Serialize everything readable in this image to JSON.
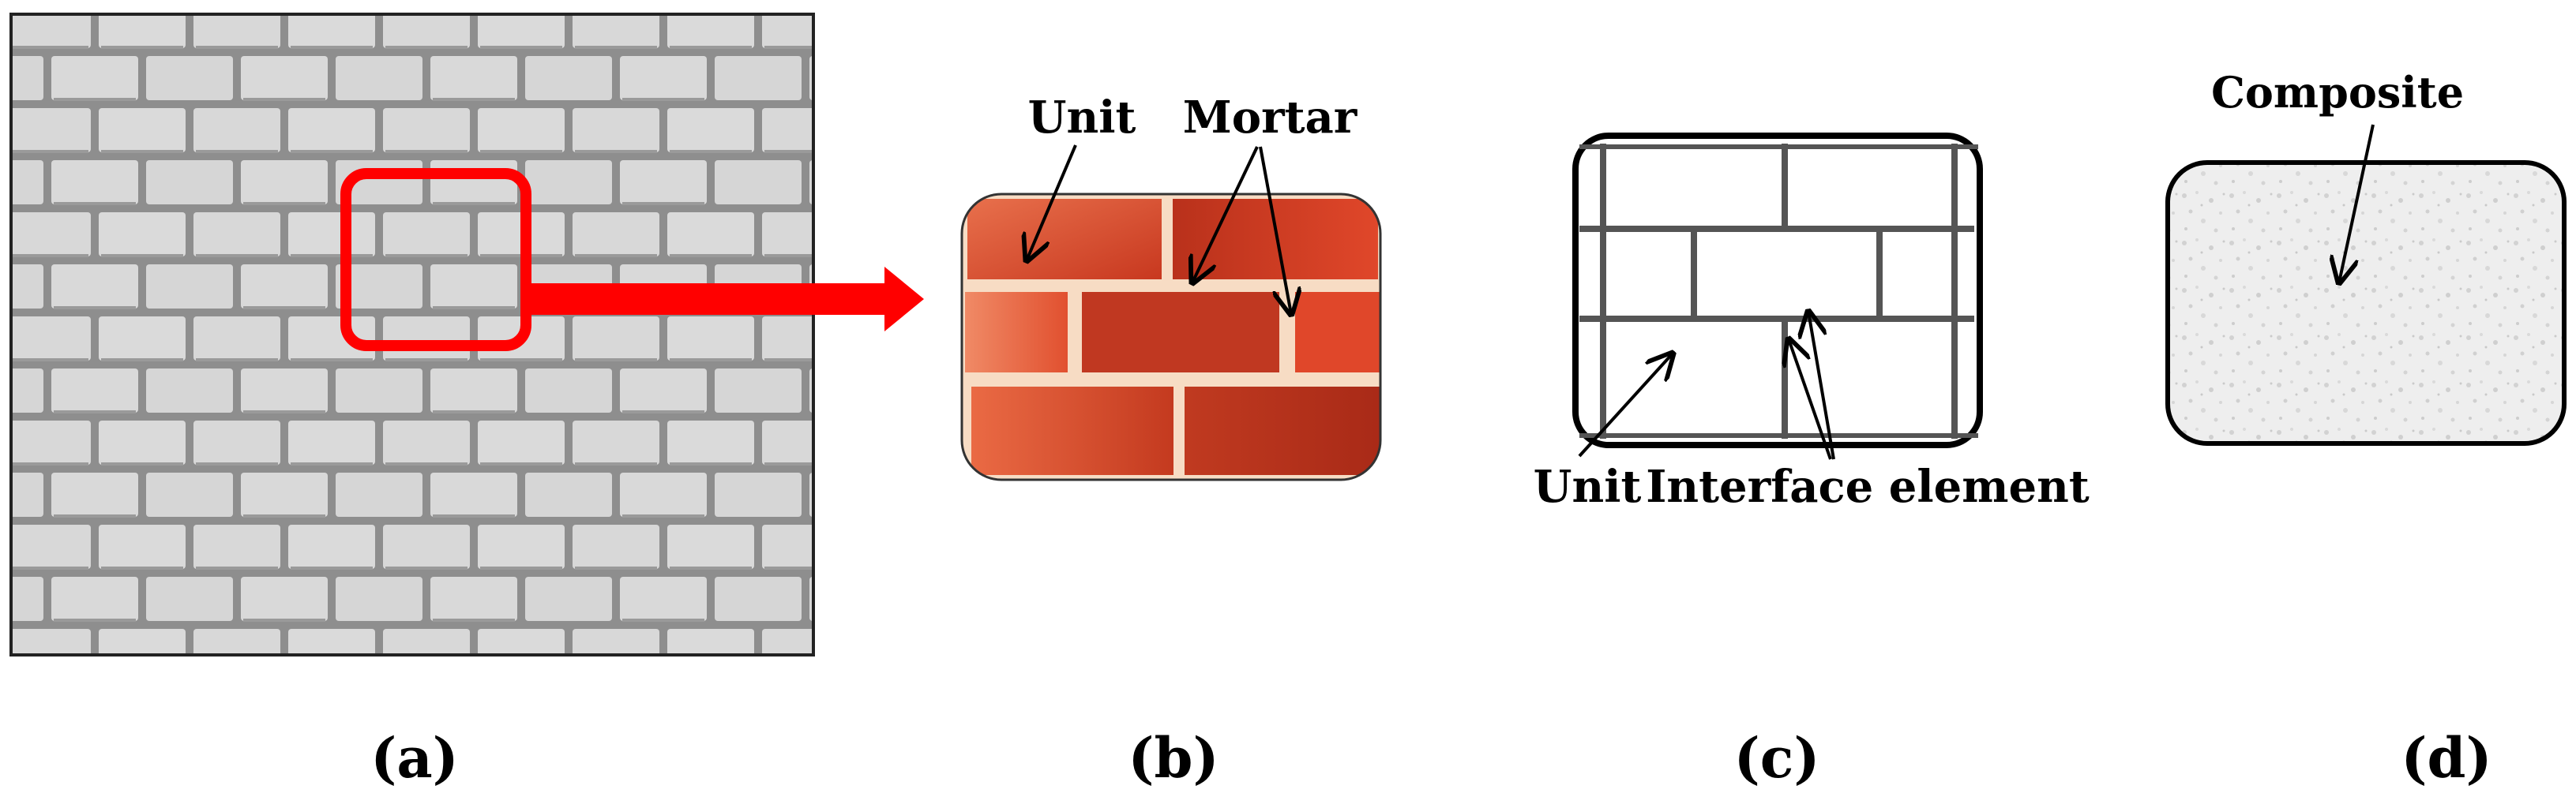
{
  "panels": {
    "a": {
      "caption_letter": "a"
    },
    "b": {
      "caption_letter": "b",
      "label_unit": "Unit",
      "label_mortar": "Mortar"
    },
    "c": {
      "caption_letter": "c",
      "label_unit": "Unit",
      "label_interface": "Interface element"
    },
    "d": {
      "caption_letter": "d",
      "label_composite": "Composite"
    }
  },
  "colors": {
    "highlight_red": "#ff0000",
    "brick_gray": "#d4d4d4",
    "mortar_cream": "#f7dcc4",
    "brick_orange": "#dd4a2a",
    "brick_dark": "#b5321d",
    "outline_black": "#000000"
  },
  "icons": [
    "arrow-right-icon",
    "pointer-arrow-icon"
  ]
}
